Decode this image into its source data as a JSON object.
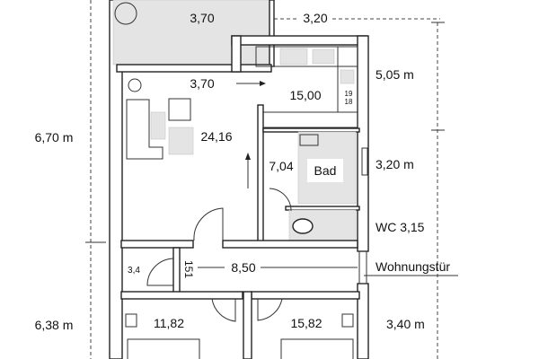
{
  "plan": {
    "balcony": {
      "area": "3,70"
    },
    "living": {
      "width": "3,70",
      "area": "24,16"
    },
    "kitchen": {
      "area": "15,00",
      "appliance_top": "19",
      "appliance_bottom": "18"
    },
    "bath": {
      "area": "7,04",
      "name": "Bad"
    },
    "wc": {
      "label": "WC 3,15"
    },
    "hall": {
      "area": "8,50",
      "door_width": "151"
    },
    "storage": {
      "area": "3,4"
    },
    "bedroom_left": {
      "area": "11,82"
    },
    "bedroom_right": {
      "area": "15,82"
    },
    "entrance": {
      "label": "Wohnungstür"
    }
  },
  "dimensions": {
    "top": "3,20",
    "left_upper": "6,70 m",
    "left_lower": "6,38 m",
    "right_upper": "5,05 m",
    "right_middle": "3,20 m",
    "right_lower": "3,40 m"
  },
  "colors": {
    "wall": "#222222",
    "tile": "#e4e4e4",
    "background": "#ffffff"
  }
}
